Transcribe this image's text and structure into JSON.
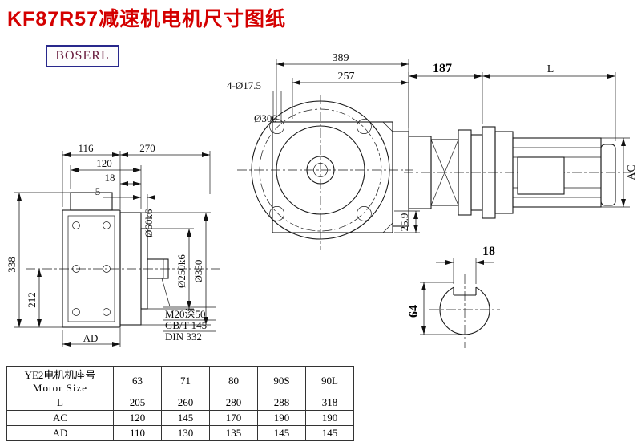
{
  "title": "KF87R57减速机电机尺寸图纸",
  "logo": "BOSERL",
  "dims": {
    "front": {
      "w116": "116",
      "w270": "270",
      "w120": "120",
      "w18": "18",
      "w5": "5",
      "shaft_dia": "Ø60k6",
      "h338": "338",
      "h212": "212",
      "ad": "AD",
      "pilot_dia": "Ø250k6",
      "flange_dia": "Ø350",
      "note1": "M20深50",
      "note2": "GB/T 145",
      "note3": "DIN 332"
    },
    "main": {
      "w389": "389",
      "w257": "257",
      "holes": "4-Ø17.5",
      "bolt_circle": "Ø300",
      "d259": "25.9"
    },
    "side": {
      "w187": "187",
      "len": "L",
      "ac": "AC"
    },
    "shaft": {
      "key": "18",
      "d64": "64"
    }
  },
  "table": {
    "header_cn": "YE2电机机座号",
    "header_en": "Motor Size",
    "columns": [
      "63",
      "71",
      "80",
      "90S",
      "90L"
    ],
    "rows": [
      {
        "label": "L",
        "values": [
          "205",
          "260",
          "280",
          "288",
          "318"
        ]
      },
      {
        "label": "AC",
        "values": [
          "120",
          "145",
          "170",
          "190",
          "190"
        ]
      },
      {
        "label": "AD",
        "values": [
          "110",
          "130",
          "135",
          "145",
          "145"
        ]
      }
    ]
  }
}
